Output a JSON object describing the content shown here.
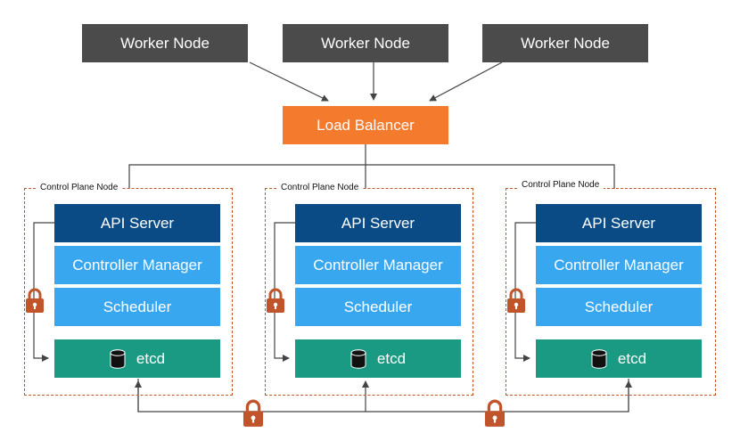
{
  "workers": [
    {
      "label": "Worker Node"
    },
    {
      "label": "Worker Node"
    },
    {
      "label": "Worker Node"
    }
  ],
  "load_balancer": {
    "label": "Load Balancer"
  },
  "control_planes": [
    {
      "label": "Control Plane Node",
      "api": "API Server",
      "controller": "Controller Manager",
      "scheduler": "Scheduler",
      "etcd": "etcd"
    },
    {
      "label": "Control Plane Node",
      "api": "API Server",
      "controller": "Controller Manager",
      "scheduler": "Scheduler",
      "etcd": "etcd"
    },
    {
      "label": "Control Plane Node",
      "api": "API Server",
      "controller": "Controller Manager",
      "scheduler": "Scheduler",
      "etcd": "etcd"
    }
  ],
  "colors": {
    "worker": "#4b4b4b",
    "load_balancer": "#f47a2d",
    "api_server": "#0a4a85",
    "controller_manager": "#39a7f0",
    "scheduler": "#39a7f0",
    "etcd": "#1a9a82",
    "lock": "#c0542a",
    "control_plane_border": "#c0542a"
  },
  "icons": {
    "lock": "lock-icon",
    "database": "database-icon"
  }
}
